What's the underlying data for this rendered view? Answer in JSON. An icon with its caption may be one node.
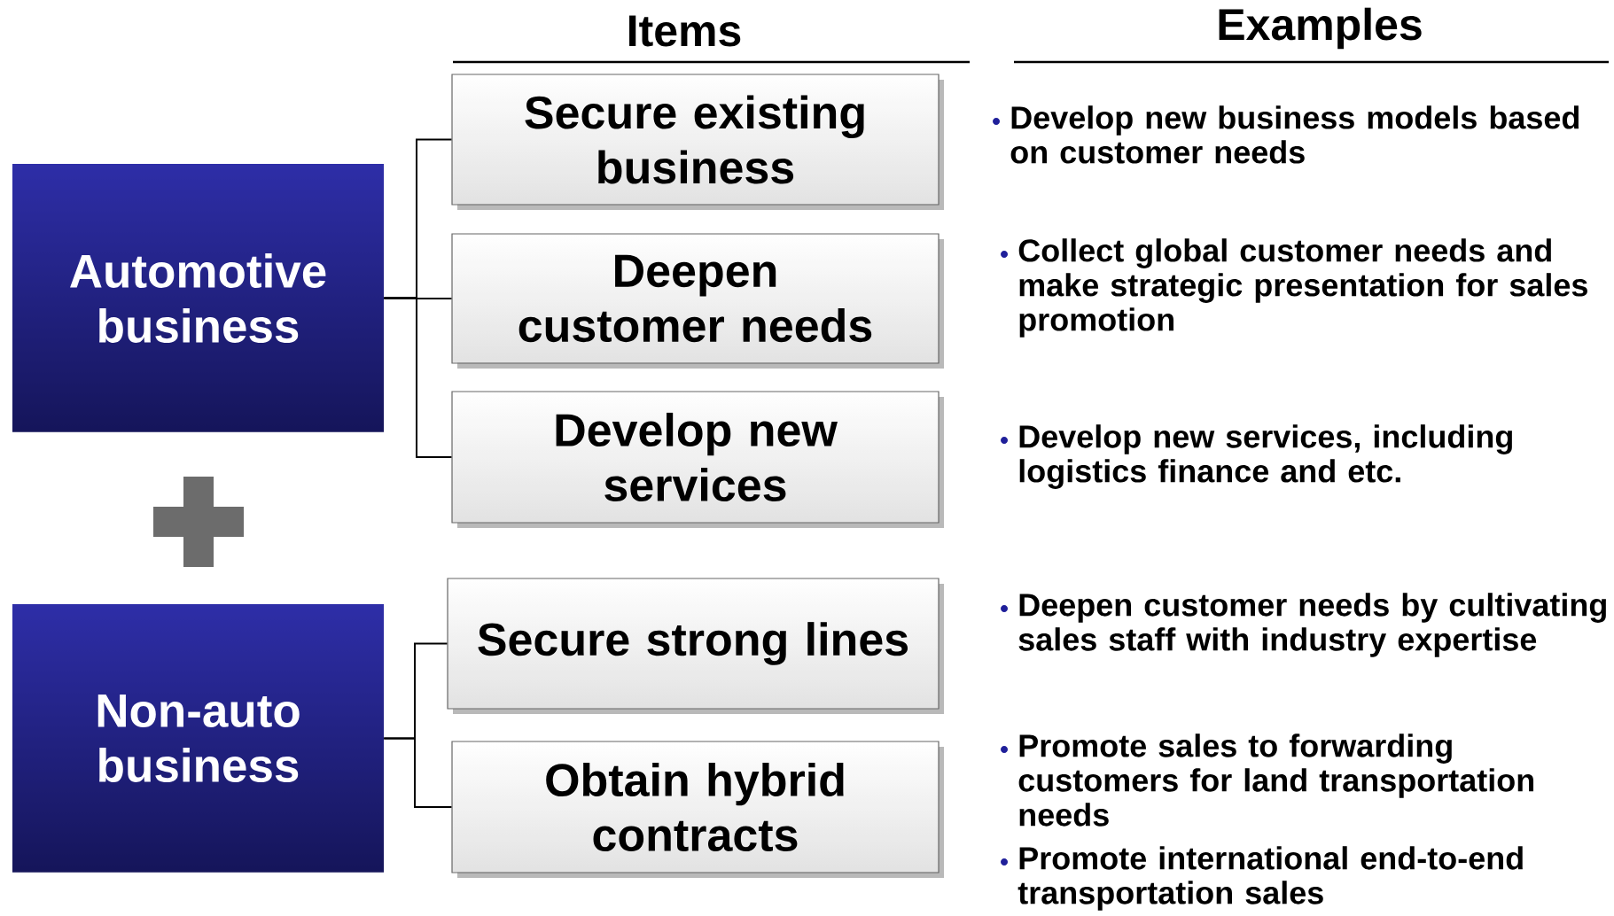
{
  "diagram": {
    "nodes": [
      {
        "text": [
          "Automotive business"
        ]
      },
      {
        "text": [
          "Non-auto business"
        ]
      },
      {
        "text": [
          "Secure existing business"
        ]
      },
      {
        "text": [
          "Deepen customer needs"
        ]
      },
      {
        "text": [
          "Develop new services"
        ]
      },
      {
        "text": [
          "Secure strong lines"
        ]
      },
      {
        "text": [
          "Obtain hybrid contracts"
        ]
      }
    ],
    "edges": [
      {
        "from": 0,
        "to": 2,
        "arrow": "none"
      },
      {
        "from": 0,
        "to": 3,
        "arrow": "none"
      },
      {
        "from": 0,
        "to": 4,
        "arrow": "none"
      },
      {
        "from": 1,
        "to": 5,
        "arrow": "none"
      },
      {
        "from": 1,
        "to": 6,
        "arrow": "none"
      }
    ],
    "labels": [
      "Items",
      "Examples",
      "Develop new business models based on customer needs",
      "Collect global customer needs and make strategic presentation for sales promotion",
      "Develop new services, including logistics finance and etc.",
      "Deepen customer needs by cultivating sales staff with industry expertise",
      "Promote sales to forwarding customers for land transportation needs",
      "Promote international end-to-end transportation sales"
    ]
  }
}
